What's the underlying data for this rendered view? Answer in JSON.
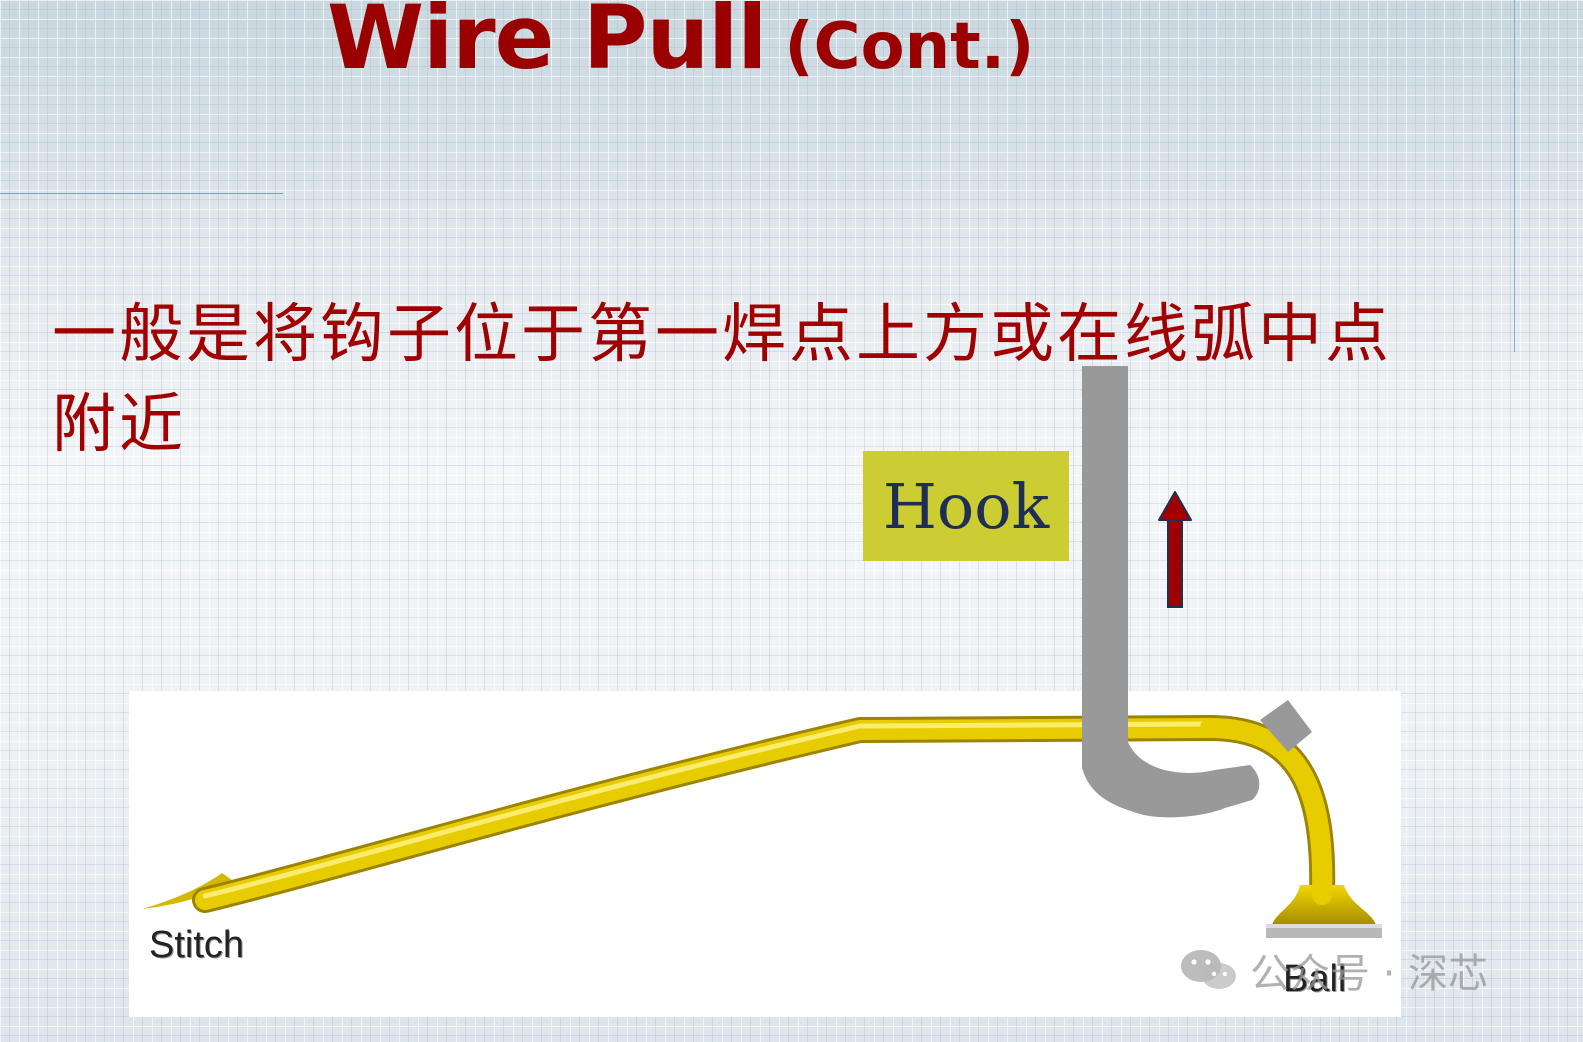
{
  "slide": {
    "title_main": "Wire Pull",
    "title_sub": "(Cont.)",
    "description": "一般是将钩子位于第一焊点上方或在线弧中点附近"
  },
  "diagram": {
    "hook_label": "Hook",
    "stitch_label": "Stitch",
    "ball_label": "Ball",
    "colors": {
      "wire": "#e5c800",
      "hook": "#999999",
      "arrow": "#a00000",
      "hook_label_bg": "#cccc33",
      "title": "#9b0000"
    }
  },
  "watermark": {
    "icon": "wechat-icon",
    "text": "公众号 · 深芯"
  }
}
